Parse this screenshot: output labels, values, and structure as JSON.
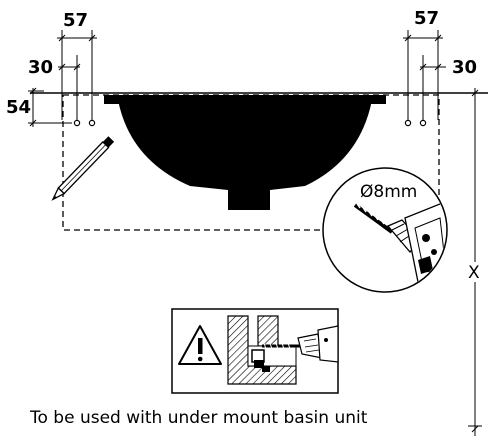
{
  "dimensions": {
    "left_outer": "57",
    "left_inner": "30",
    "left_vertical": "54",
    "right_outer": "57",
    "right_inner": "30",
    "height_marker": "X"
  },
  "drill": {
    "bit_size": "Ø8mm"
  },
  "caption": "To be used with under mount basin unit"
}
